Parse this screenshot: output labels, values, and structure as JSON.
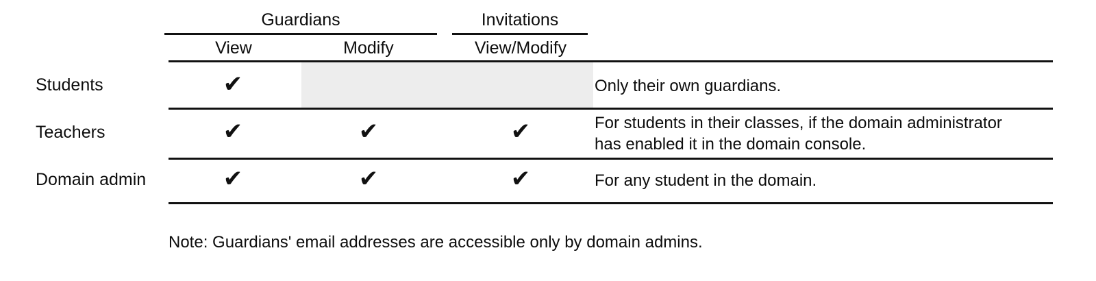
{
  "table": {
    "column_groups": [
      {
        "label": "Guardians",
        "spans": 2
      },
      {
        "label": "Invitations",
        "spans": 1
      }
    ],
    "columns": [
      {
        "key": "guardians_view",
        "label": "View"
      },
      {
        "key": "guardians_modify",
        "label": "Modify"
      },
      {
        "key": "invitations_viewmodify",
        "label": "View/Modify"
      }
    ],
    "description_header": "",
    "check_glyph": "✔",
    "rows": [
      {
        "label": "Students",
        "guardians_view": true,
        "guardians_modify": false,
        "invitations_viewmodify": false,
        "cells_shaded": [
          "guardians_modify",
          "invitations_viewmodify"
        ],
        "description": "Only their own guardians."
      },
      {
        "label": "Teachers",
        "guardians_view": true,
        "guardians_modify": true,
        "invitations_viewmodify": true,
        "cells_shaded": [],
        "description": "For students in their classes, if the domain administrator\nhas enabled it in the domain console."
      },
      {
        "label": "Domain admin",
        "guardians_view": true,
        "guardians_modify": true,
        "invitations_viewmodify": true,
        "cells_shaded": [],
        "description": "For any student in the domain."
      }
    ]
  },
  "note": "Note: Guardians' email addresses are accessible only by domain admins.",
  "colors": {
    "text": "#0d0d0d",
    "rule": "#111111",
    "shaded_cell": "#ededed",
    "background": "#ffffff"
  }
}
